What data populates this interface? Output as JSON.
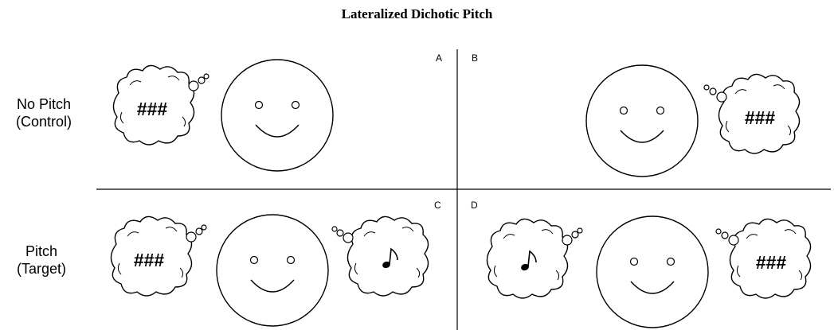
{
  "title": "Lateralized Dichotic Pitch",
  "rows": [
    {
      "line1": "No Pitch",
      "line2": "(Control)"
    },
    {
      "line1": "Pitch",
      "line2": "(Target)"
    }
  ],
  "panels": [
    {
      "letter": "A",
      "left_thought": "###"
    },
    {
      "letter": "B",
      "right_thought": "###"
    },
    {
      "letter": "C",
      "left_thought": "###",
      "right_thought": "music-note-icon"
    },
    {
      "letter": "D",
      "left_thought": "music-note-icon",
      "right_thought": "###"
    }
  ]
}
